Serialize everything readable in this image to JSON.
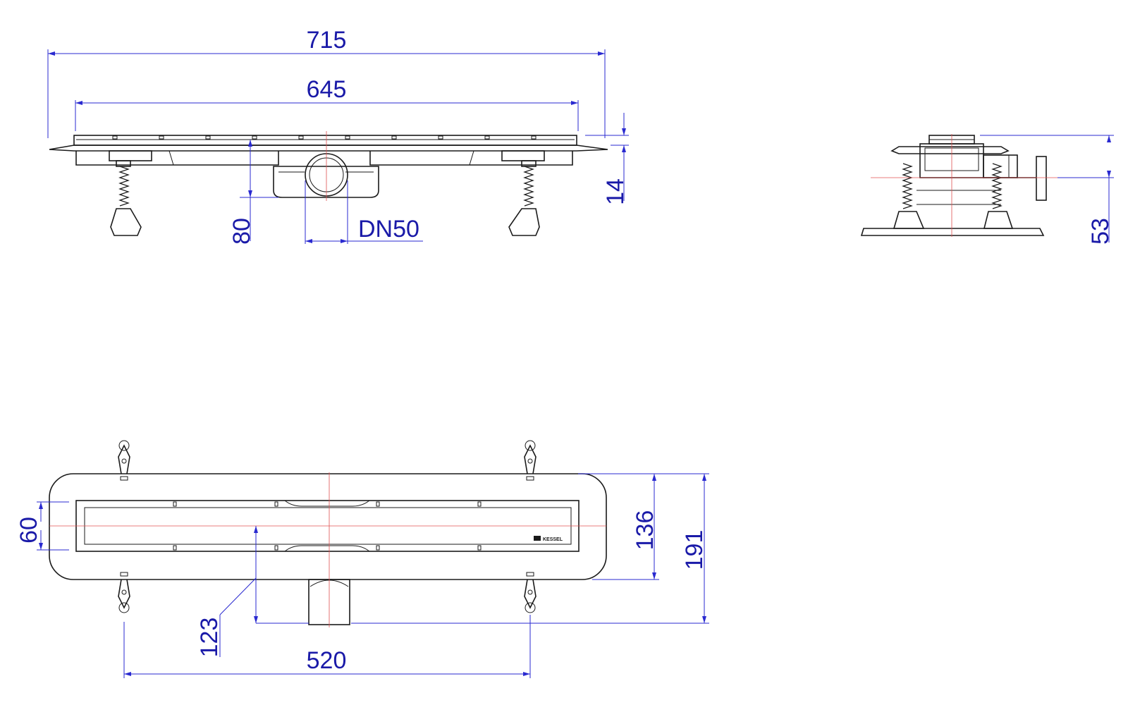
{
  "drawing": {
    "dimensions": {
      "front_overall_length": "715",
      "front_channel_length": "645",
      "front_flange_height": "14",
      "front_drop_height": "80",
      "outlet_size": "DN50",
      "side_height": "53",
      "top_grate_width": "60",
      "top_channel_width": "136",
      "top_overall_width": "191",
      "top_outlet_offset": "123",
      "top_foot_spacing": "520"
    },
    "logo_text": "KESSEL",
    "colors": {
      "dimension": "#2a2ad0",
      "outline": "#1a1a1a",
      "centerline": "#e05050"
    }
  }
}
